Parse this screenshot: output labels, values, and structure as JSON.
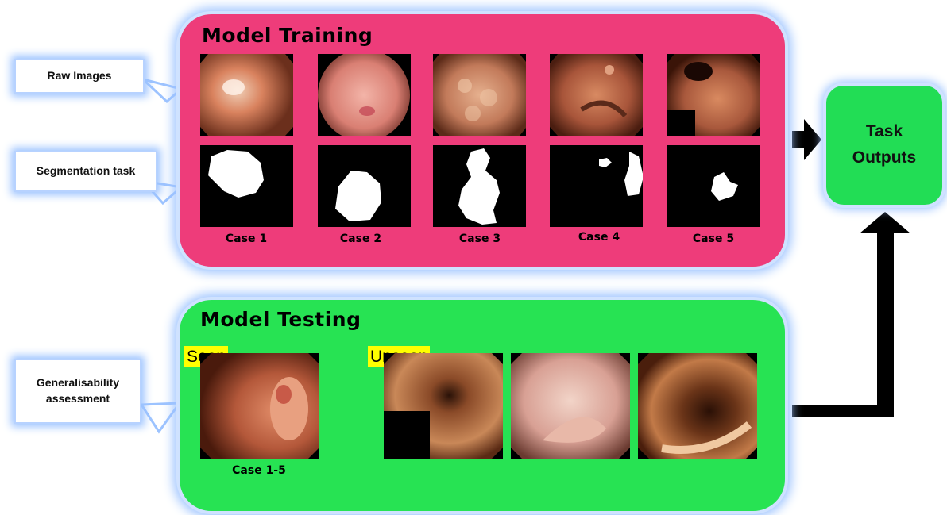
{
  "callouts": {
    "raw_images": "Raw Images",
    "segmentation_task": "Segmentation task",
    "generalisability": "Generalisability assessment"
  },
  "training": {
    "title": "Model Training",
    "cases": [
      "Case 1",
      "Case 2",
      "Case 3",
      "Case 4",
      "Case 5"
    ]
  },
  "testing": {
    "title": "Model Testing",
    "seen_label": "Seen",
    "unseen_label": "Unseen",
    "seen_case_label": "Case 1-5"
  },
  "outputs": {
    "label": "Task Outputs"
  },
  "colors": {
    "training_panel": "#ee3c7a",
    "testing_panel": "#27e353",
    "outputs_box": "#22dd55",
    "callout_glow": "#9cc3ff"
  },
  "icons": [
    "arrow-right-icon",
    "arrow-up-icon"
  ]
}
